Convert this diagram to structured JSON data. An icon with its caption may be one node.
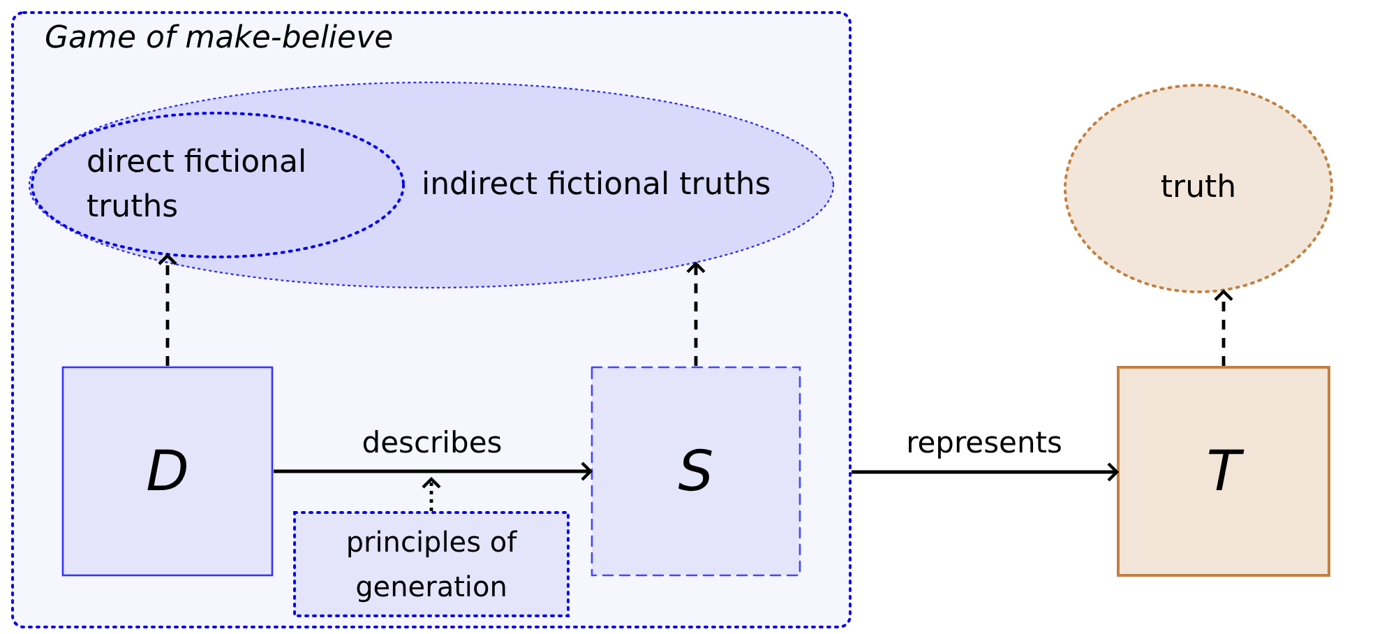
{
  "diagram": {
    "nodes": [
      {
        "text": [
          "Game of make-believe"
        ]
      },
      {
        "text": [
          "indirect fictional truths"
        ],
        "in": 0
      },
      {
        "text": [
          "direct fictional truths"
        ],
        "in": 1
      },
      {
        "text": [
          "D"
        ],
        "in": 0
      },
      {
        "text": [
          "principles of generation"
        ],
        "in": 0
      },
      {
        "text": [
          "S"
        ],
        "in": 0
      },
      {
        "text": [
          "truth"
        ]
      },
      {
        "text": [
          "T"
        ]
      }
    ],
    "edges": [
      {
        "from": 3,
        "to": 2,
        "arrow": "to",
        "style": "dashed"
      },
      {
        "from": 5,
        "to": 1,
        "arrow": "to",
        "style": "dashed"
      },
      {
        "from": 3,
        "to": 5,
        "arrow": "to",
        "label": "describes"
      },
      {
        "from": 4,
        "to": null,
        "arrow": "to",
        "style": "dashed"
      },
      {
        "from": 0,
        "to": 7,
        "arrow": "to",
        "label": "represents"
      },
      {
        "from": 7,
        "to": 6,
        "arrow": "to",
        "style": "dashed"
      }
    ]
  }
}
